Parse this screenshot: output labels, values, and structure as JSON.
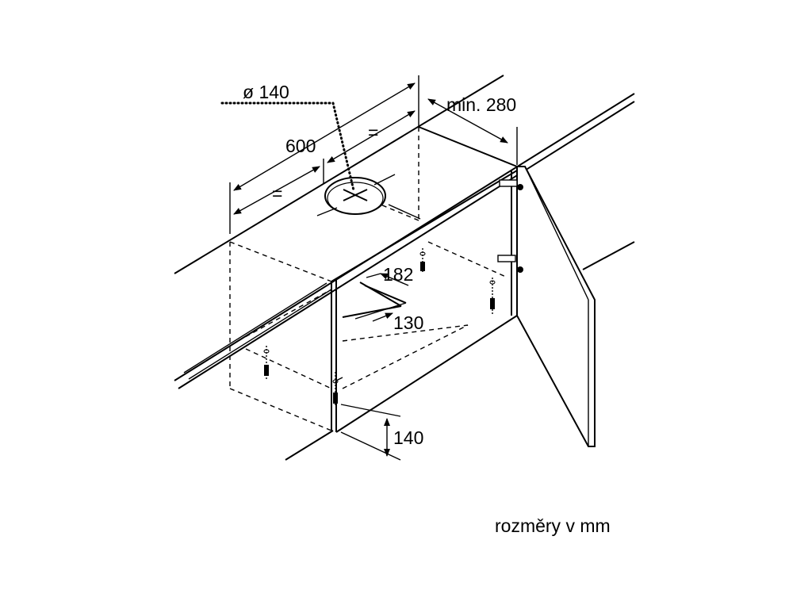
{
  "labels": {
    "duct_diameter": "ø 140",
    "min_depth": "min. 280",
    "width": "600",
    "equal_left": "=",
    "equal_right": "=",
    "cutout_depth": "182",
    "cutout_offset": "130",
    "bottom_height": "140",
    "units_note": "rozměry v mm"
  },
  "icons": [
    "arrow-icon",
    "duct-opening-icon",
    "hinge-icon",
    "mounting-screw-icon"
  ]
}
